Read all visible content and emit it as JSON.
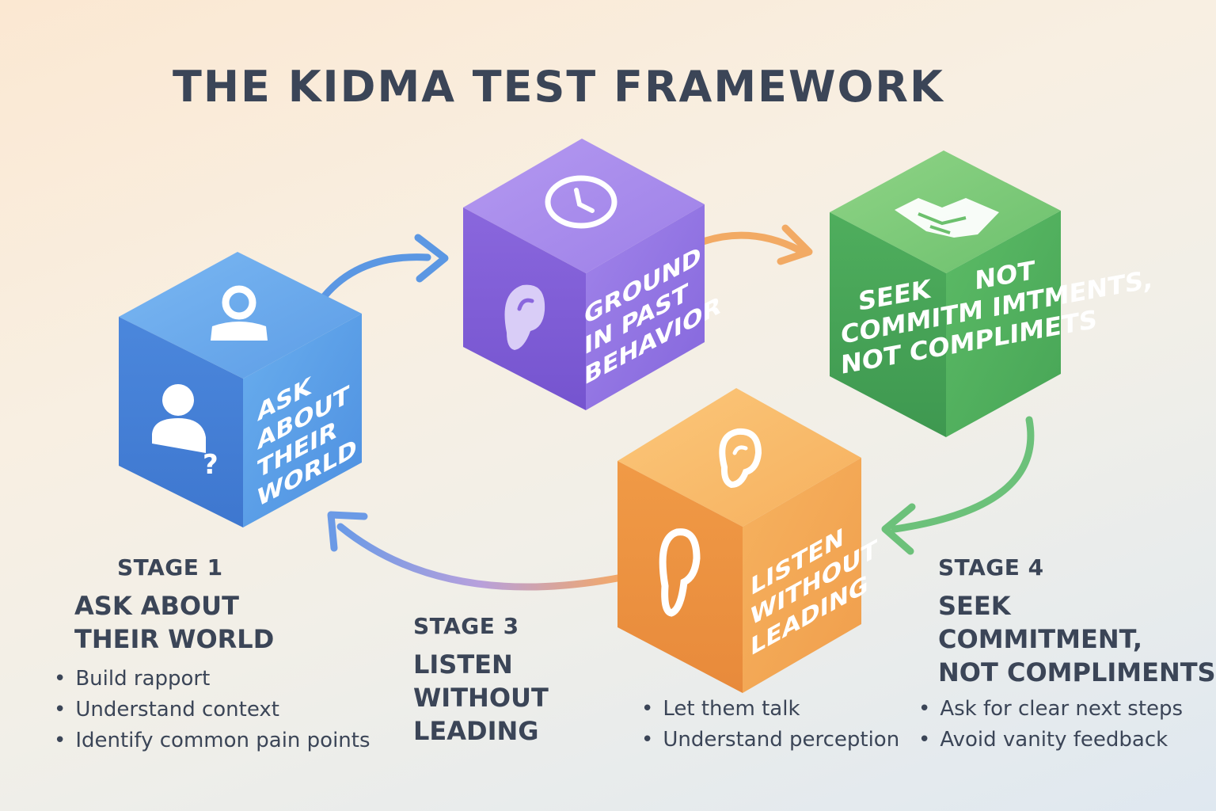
{
  "title": "THE KIDMA TEST FRAMEWORK",
  "colors": {
    "blue": "#4f8de0",
    "purple": "#8d6ee0",
    "green": "#52b163",
    "orange": "#f2a24e",
    "text": "#3b4557"
  },
  "cubes": [
    {
      "face": [
        "ASK",
        "ABOUT",
        "THEIR",
        "WORLD"
      ],
      "top_icon": "user-icon",
      "front_icon": "user-question-icon"
    },
    {
      "face": [
        "GROUND",
        "IN PAST",
        "BEHAVIOR"
      ],
      "top_icon": "clock-icon",
      "front_icon": "ear-icon"
    },
    {
      "face": [
        "SEEK     NOT",
        "COMMITM IMTMENTS,",
        "NOT COMPLIMETS"
      ],
      "top_icon": "handshake-icon"
    },
    {
      "face": [
        "LISTEN",
        "WITHOUT",
        "LEADING"
      ],
      "top_icon": "ear-icon",
      "front_icon": "ear-icon"
    }
  ],
  "stages": {
    "s1": {
      "num": "STAGE 1",
      "name": [
        "ASK ABOUT",
        "THEIR WORLD"
      ],
      "bullets": [
        "Build rapport",
        "Understand context",
        "Identify common pain points"
      ]
    },
    "s3": {
      "num": "STAGE 3",
      "name": [
        "LISTEN",
        "WITHOUT",
        "LEADING"
      ]
    },
    "s3b": {
      "bullets": [
        "Let them talk",
        "Understand perception"
      ]
    },
    "s4": {
      "num": "STAGE 4",
      "name": [
        "SEEK",
        "COMMITMENT,",
        "NOT COMPLIMENTS"
      ],
      "bullets": [
        "Ask for clear next steps",
        "Avoid vanity feedback"
      ]
    }
  }
}
